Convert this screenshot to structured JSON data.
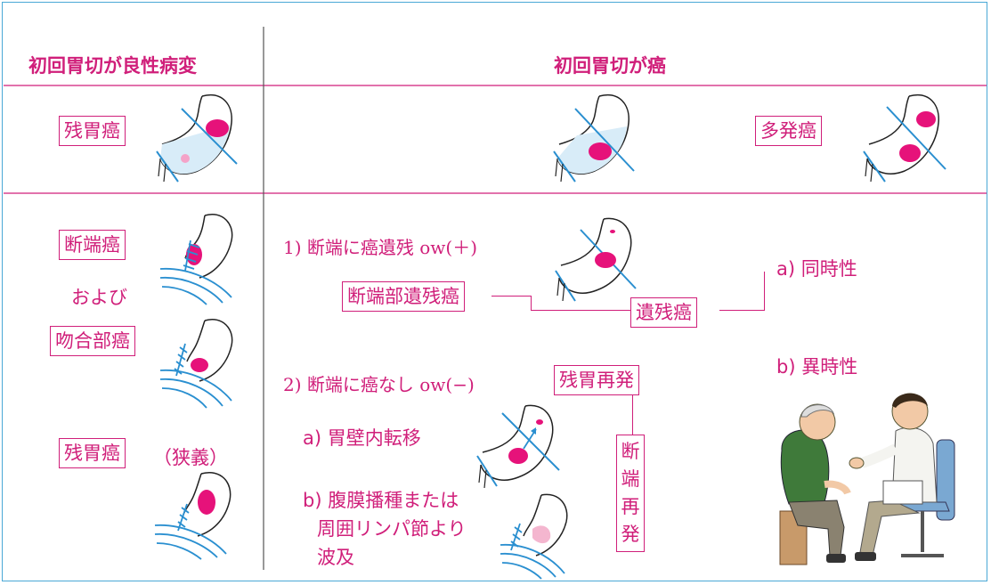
{
  "headers": {
    "left": "初回胃切が良性病変",
    "right": "初回胃切が癌"
  },
  "left_column": {
    "row1_box": "残胃癌",
    "stump_box": "断端癌",
    "and_text": "および",
    "anastomosis_box": "吻合部癌",
    "narrow_box": "残胃癌",
    "narrow_note": "（狭義）"
  },
  "right_column": {
    "multiple_box": "多発癌",
    "item1": "1) 断端に癌遺残 ow(＋)",
    "stump_residual_box": "断端部遺残癌",
    "residual_box": "遺残癌",
    "synchronous": "a) 同時性",
    "metachronous": "b) 異時性",
    "item2": "2) 断端に癌なし ow(−)",
    "remnant_recurrence_box": "残胃再発",
    "intramural": "a) 胃壁内転移",
    "peritoneal_line1": "b) 腹膜播種または",
    "peritoneal_line2": "周囲リンパ節より",
    "peritoneal_line3": "波及",
    "stump_recurrence_vertical": [
      "断",
      "端",
      "再",
      "発"
    ]
  },
  "colors": {
    "accent": "#d01f7a",
    "border": "#4aa8d6",
    "lesion": "#e6127a",
    "stomach_fill": "#d8ecf8"
  }
}
